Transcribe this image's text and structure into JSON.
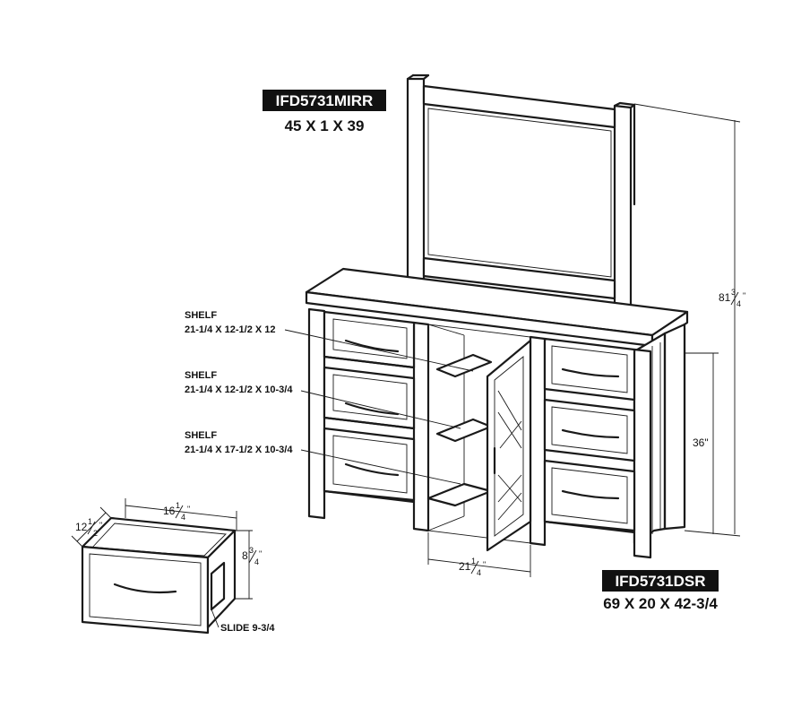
{
  "mirror": {
    "model": "IFD5731MIRR",
    "size": "45 X 1 X 39"
  },
  "dresser": {
    "model": "IFD5731DSR",
    "size": "69 X 20 X 42-3/4"
  },
  "shelves": [
    {
      "name": "SHELF",
      "size": "21-1/4 X 12-1/2 X 12"
    },
    {
      "name": "SHELF",
      "size": "21-1/4 X 12-1/2 X 10-3/4"
    },
    {
      "name": "SHELF",
      "size": "21-1/4 X 17-1/2 X 10-3/4"
    }
  ],
  "dimensions": {
    "overall_height": {
      "whole": "81",
      "num": "3",
      "den": "4",
      "unit": "\""
    },
    "dresser_height": "36\"",
    "door_opening_width": {
      "whole": "21",
      "num": "1",
      "den": "4",
      "unit": "\""
    },
    "drawer_width": {
      "whole": "16",
      "num": "1",
      "den": "4",
      "unit": "\""
    },
    "drawer_depth": {
      "whole": "12",
      "num": "1",
      "den": "2",
      "unit": "\""
    },
    "drawer_height": {
      "whole": "8",
      "num": "3",
      "den": "4",
      "unit": "\""
    }
  },
  "slide_label": "SLIDE 9-3/4"
}
